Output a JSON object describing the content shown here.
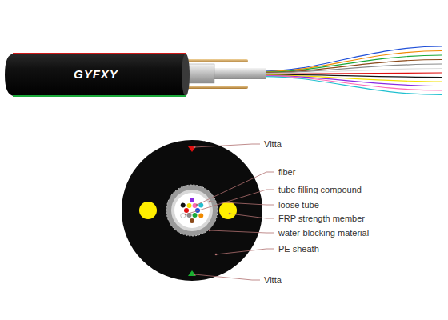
{
  "diagram": {
    "labels": [
      "GYFXY",
      "Vitta",
      "fiber",
      "tube filling compound",
      "loose tube",
      "FRP strength member",
      "water-blocking material",
      "PE sheath",
      "Vitta"
    ]
  }
}
